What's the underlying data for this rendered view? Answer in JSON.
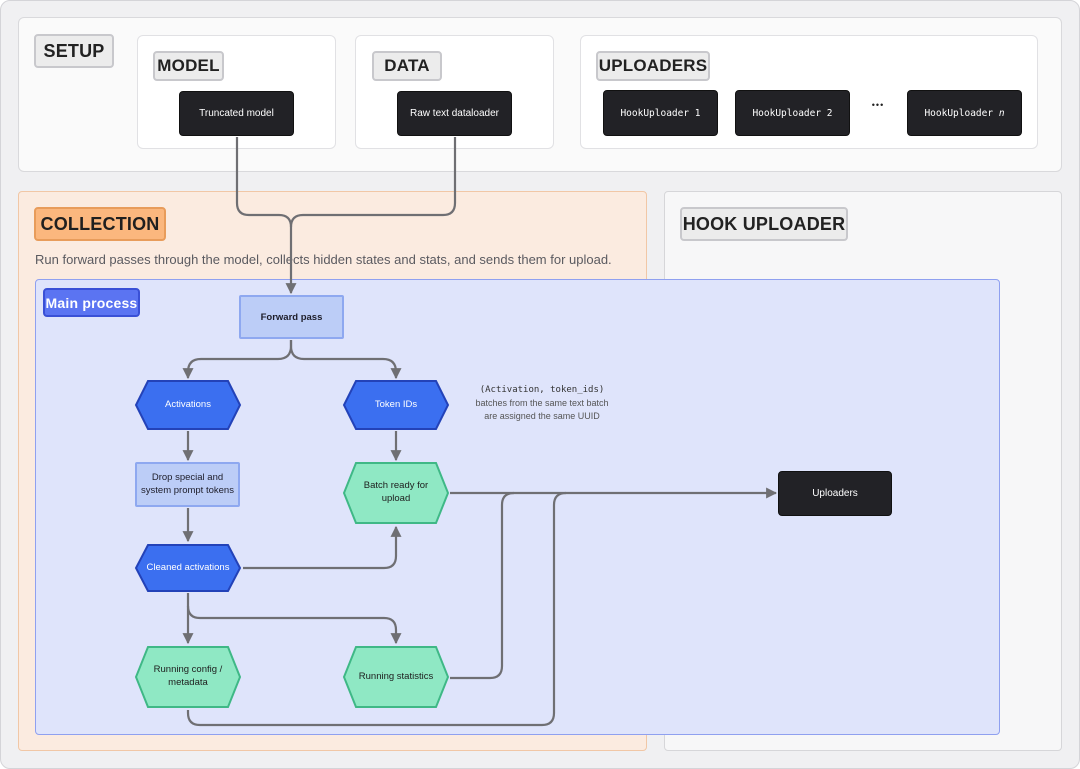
{
  "setup": {
    "title": "SETUP",
    "model": {
      "title": "MODEL",
      "box": "Truncated model"
    },
    "data": {
      "title": "DATA",
      "box": "Raw text dataloader"
    },
    "uploaders": {
      "title": "UPLOADERS",
      "items": [
        "HookUploader 1",
        "HookUploader 2"
      ],
      "ellipsis": "•••",
      "last_prefix": "HookUploader ",
      "last_suffix": "n"
    }
  },
  "collection": {
    "title": "COLLECTION",
    "description": "Run forward passes through the model, collects hidden states and stats, and sends them for upload."
  },
  "hook_uploader": {
    "title": "HOOK UPLOADER"
  },
  "main_process": {
    "title": "Main process",
    "nodes": {
      "forward_pass": "Forward pass",
      "activations": "Activations",
      "token_ids": "Token IDs",
      "drop_special_l1": "Drop special and",
      "drop_special_l2": "system prompt tokens",
      "cleaned": "Cleaned activations",
      "batch_ready_l1": "Batch ready for",
      "batch_ready_l2": "upload",
      "running_config_l1": "Running config /",
      "running_config_l2": "metadata",
      "running_stats": "Running statistics",
      "uploaders": "Uploaders"
    },
    "note": {
      "code": "(Activation, token_ids)",
      "line2": "batches from the same text batch",
      "line3": "are assigned the same UUID"
    }
  },
  "colors": {
    "orange_accent": "#fbb77e",
    "hex_blue": "#3b6ff0",
    "hex_green": "#8fe8c4",
    "main_process_bg": "#dfe4fb",
    "dark_box": "#222226",
    "arrow": "#6f6f73"
  }
}
